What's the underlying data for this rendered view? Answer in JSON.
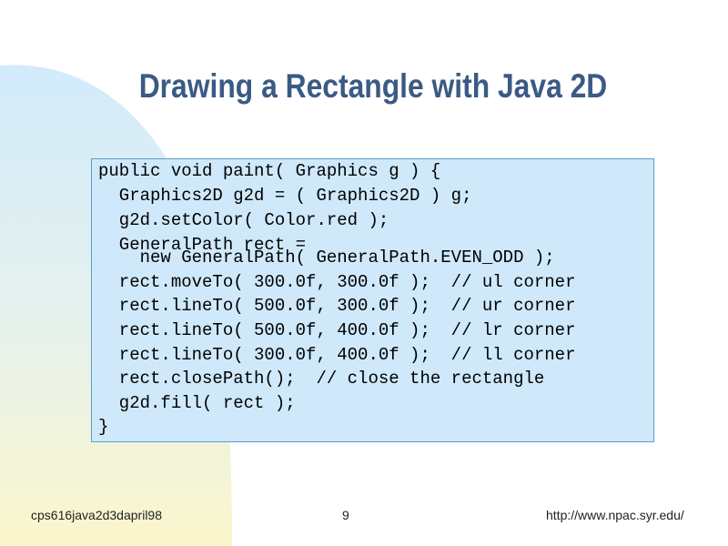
{
  "slide": {
    "title": "Drawing a Rectangle with Java 2D",
    "code_lines": [
      "public void paint( Graphics g ) {",
      "  Graphics2D g2d = ( Graphics2D ) g;",
      "  g2d.setColor( Color.red );",
      "  GeneralPath rect =",
      "    new GeneralPath( GeneralPath.EVEN_ODD );",
      "  rect.moveTo( 300.0f, 300.0f );  // ul corner",
      "  rect.lineTo( 500.0f, 300.0f );  // ur corner",
      "  rect.lineTo( 500.0f, 400.0f );  // lr corner",
      "  rect.lineTo( 300.0f, 400.0f );  // ll corner",
      "  rect.closePath();  // close the rectangle",
      "  g2d.fill( rect );",
      "}"
    ]
  },
  "footer": {
    "left": "cps616java2d3dapril98",
    "page_number": "9",
    "right": "http://www.npac.syr.edu/"
  },
  "colors": {
    "title": "#3b5a84",
    "code_background": "#cfe9fb",
    "code_border": "#5a9fc8",
    "background_blue": "#d2ebfb",
    "background_yellow": "#fbf7cc"
  }
}
